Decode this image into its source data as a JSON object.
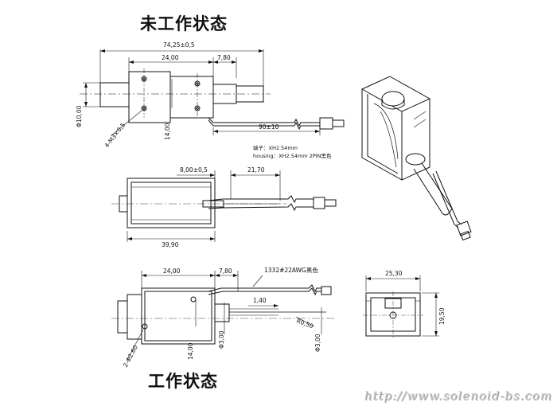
{
  "titles": {
    "inactive": "未工作状态",
    "active": "工作状态"
  },
  "top_view": {
    "dim_total": "74,25±0,5",
    "dim_body": "24,00",
    "dim_plunger": "7,80",
    "dim_diameter": "Φ10,00",
    "dim_holes": "4-M3×0,5",
    "dim_height": "14,00",
    "dim_lead": "90±10",
    "note_terminal": "端子：XH2.54mm",
    "note_housing": "housing：XH2.54mm 2PIN黑色"
  },
  "side_view": {
    "dim_stroke": "8,00±0,5",
    "dim_ext": "21,70",
    "dim_length": "39,90"
  },
  "working_view": {
    "dim_body": "24,00",
    "dim_plunger": "7,80",
    "dim_wire": "1332#22AWG黑色",
    "dim_gap": "1,40",
    "dim_shaft": "Φ3,00",
    "dim_shaft2": "Φ3,00",
    "dim_holes": "2-Φ2,60",
    "dim_height": "14,00",
    "dim_r": "R0,50"
  },
  "end_view": {
    "dim_width": "25,30",
    "dim_height": "19,50"
  },
  "watermark": "http://www.solenoid-bs.com"
}
